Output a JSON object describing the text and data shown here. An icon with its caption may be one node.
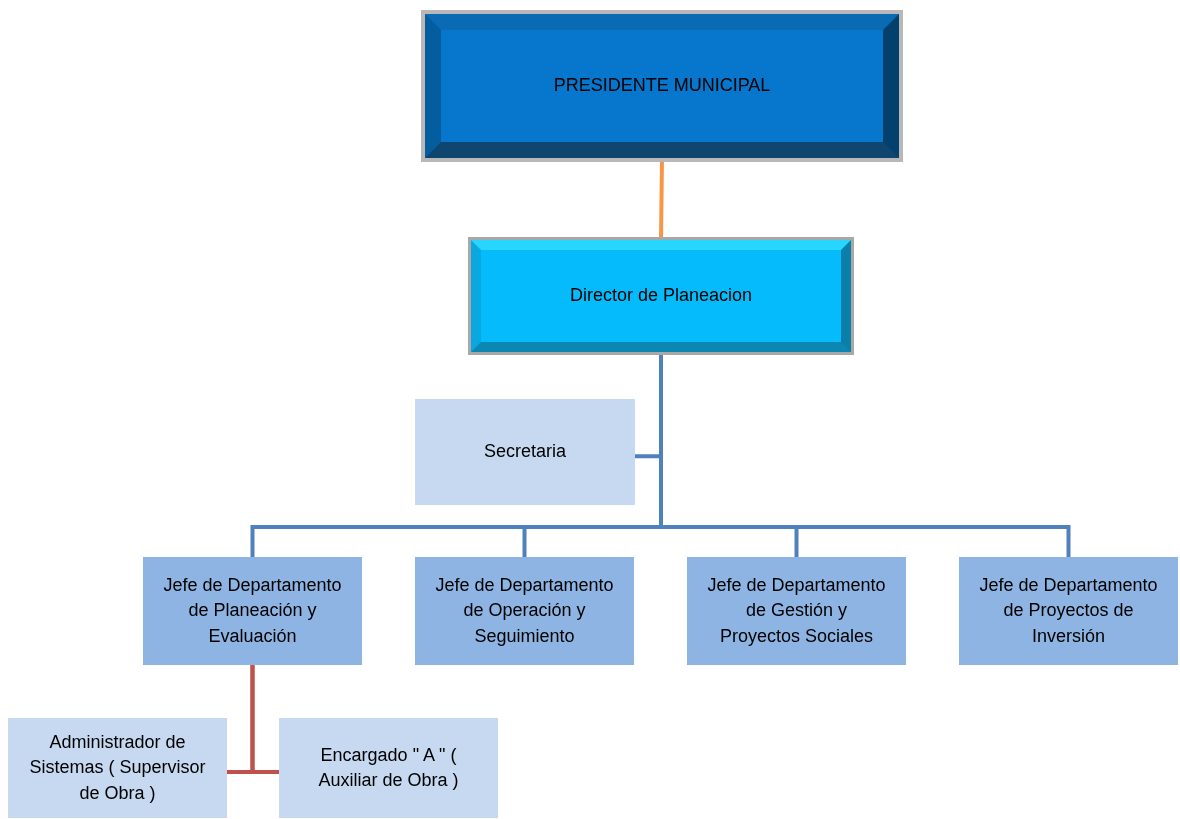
{
  "diagram": {
    "nodes": [
      {
        "text": [
          "PRESIDENTE MUNICIPAL"
        ]
      },
      {
        "text": [
          "Director de Planeacion"
        ]
      },
      {
        "text": [
          "Secretaria"
        ]
      },
      {
        "text": [
          "Jefe de Departamento de Planeación y Evaluación"
        ]
      },
      {
        "text": [
          "Jefe de Departamento de Operación y Seguimiento"
        ]
      },
      {
        "text": [
          "Jefe de Departamento de Gestión y Proyectos Sociales"
        ]
      },
      {
        "text": [
          "Jefe de Departamento de Proyectos de Inversión"
        ]
      },
      {
        "text": [
          "Administrador de Sistemas ( Supervisor de Obra )"
        ]
      },
      {
        "text": [
          "Encargado \" A \" ( Auxiliar de Obra )"
        ]
      }
    ],
    "edges": [
      {
        "from": 0,
        "to": 1,
        "arrow": "none",
        "color": "#f79646"
      },
      {
        "from": 1,
        "to": 2,
        "arrow": "none"
      },
      {
        "from": 1,
        "to": 3,
        "arrow": "none"
      },
      {
        "from": 1,
        "to": 4,
        "arrow": "none"
      },
      {
        "from": 1,
        "to": 5,
        "arrow": "none"
      },
      {
        "from": 1,
        "to": 6,
        "arrow": "none"
      },
      {
        "from": 3,
        "to": 7,
        "arrow": "none",
        "color": "#c0504d"
      },
      {
        "from": 3,
        "to": 8,
        "arrow": "none",
        "color": "#c0504d"
      }
    ]
  }
}
